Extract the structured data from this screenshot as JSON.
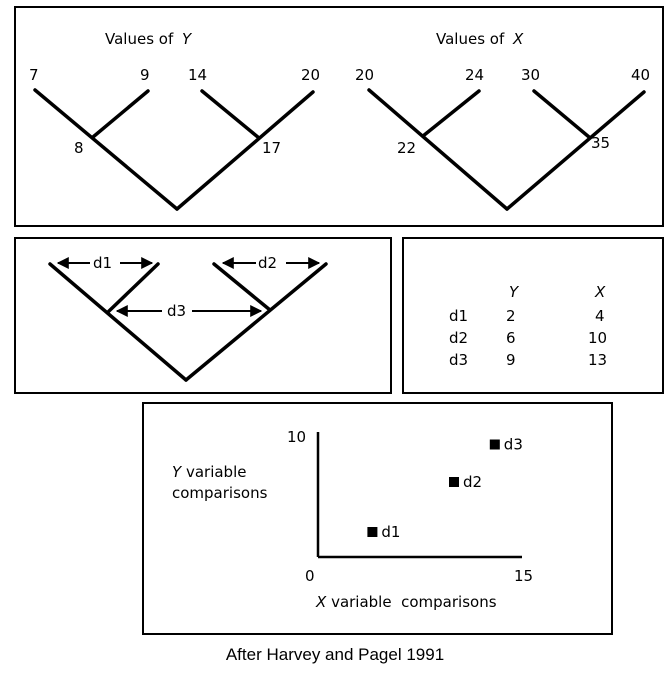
{
  "top_panel": {
    "title_y_prefix": "Values of",
    "title_y_var": "Y",
    "title_x_prefix": "Values of",
    "title_x_var": "X",
    "tree_y": {
      "tips": [
        "7",
        "9",
        "14",
        "20"
      ],
      "nodes": [
        "8",
        "17"
      ]
    },
    "tree_x": {
      "tips": [
        "20",
        "24",
        "30",
        "40"
      ],
      "nodes": [
        "22",
        "35"
      ]
    }
  },
  "contrast_panel": {
    "labels": [
      "d1",
      "d2",
      "d3"
    ]
  },
  "table_panel": {
    "headers": [
      "",
      "Y",
      "X"
    ],
    "rows": [
      [
        "d1",
        "2",
        "4"
      ],
      [
        "d2",
        "6",
        "10"
      ],
      [
        "d3",
        "9",
        "13"
      ]
    ]
  },
  "plot_panel": {
    "y_label_var": "Y",
    "y_label_rest": "variable",
    "y_label_line2": "comparisons",
    "x_label_var": "X",
    "x_label_rest": "variable  comparisons",
    "origin_tick": "0",
    "x_max_tick": "15",
    "y_max_tick": "10"
  },
  "chart_data": {
    "type": "scatter",
    "xlim": [
      0,
      15
    ],
    "ylim": [
      0,
      10
    ],
    "points": [
      {
        "label": "d1",
        "x": 4,
        "y": 2
      },
      {
        "label": "d2",
        "x": 10,
        "y": 6
      },
      {
        "label": "d3",
        "x": 13,
        "y": 9
      }
    ]
  },
  "caption": "After Harvey and Pagel 1991"
}
